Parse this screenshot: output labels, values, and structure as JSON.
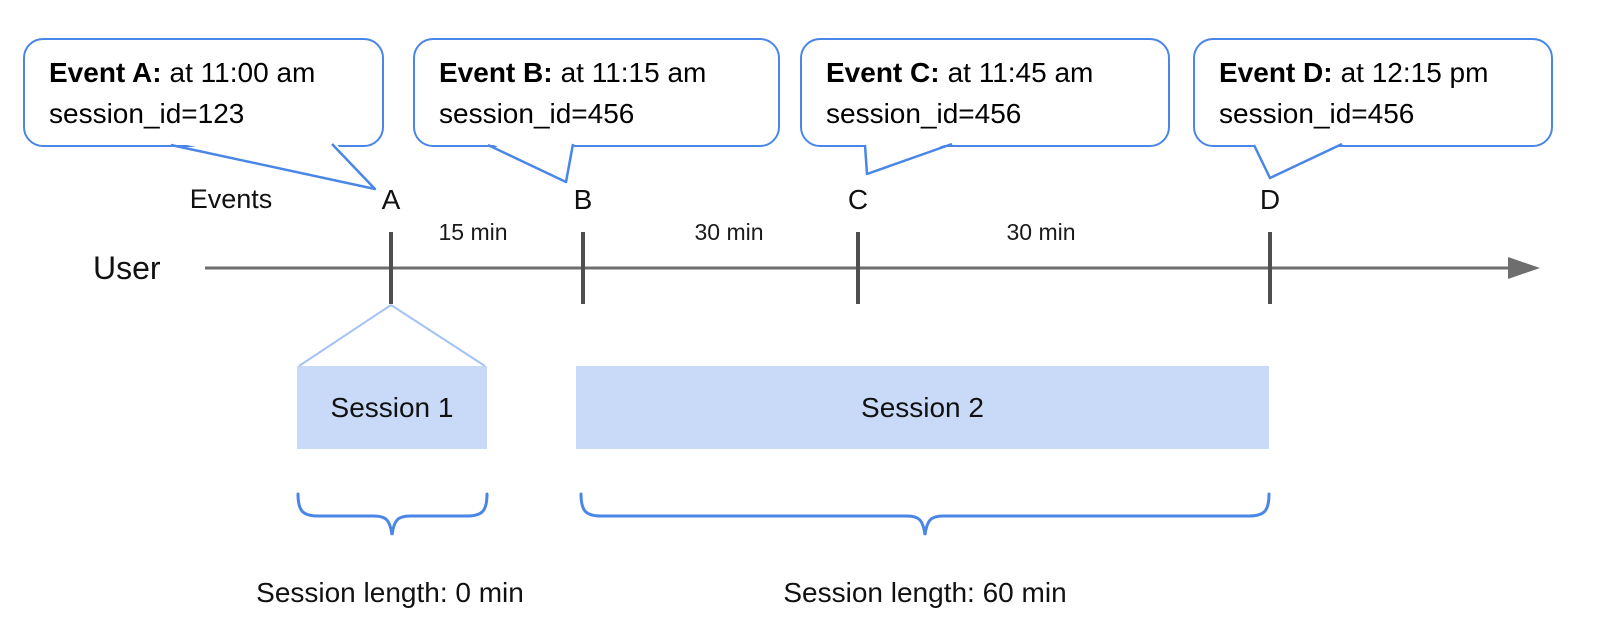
{
  "diagram": {
    "axis": {
      "events_label": "Events",
      "user_label": "User"
    },
    "events": [
      {
        "letter": "A",
        "title": "Event A:",
        "time": "at 11:00 am",
        "session": "session_id=123"
      },
      {
        "letter": "B",
        "title": "Event B:",
        "time": "at 11:15 am",
        "session": "session_id=456"
      },
      {
        "letter": "C",
        "title": "Event C:",
        "time": "at 11:45 am",
        "session": "session_id=456"
      },
      {
        "letter": "D",
        "title": "Event D:",
        "time": "at 12:15 pm",
        "session": "session_id=456"
      }
    ],
    "intervals": [
      {
        "label": "15 min"
      },
      {
        "label": "30 min"
      },
      {
        "label": "30 min"
      }
    ],
    "sessions": [
      {
        "name": "Session 1",
        "length_label": "Session length: 0 min"
      },
      {
        "name": "Session 2",
        "length_label": "Session length: 60 min"
      }
    ],
    "colors": {
      "bubble_border": "#4a86e8",
      "session_fill": "#c9daf8",
      "brace": "#4a86e8",
      "funnel": "#a4c2f4",
      "timeline": "#6e6e6e",
      "tick": "#4f4f4f"
    }
  }
}
